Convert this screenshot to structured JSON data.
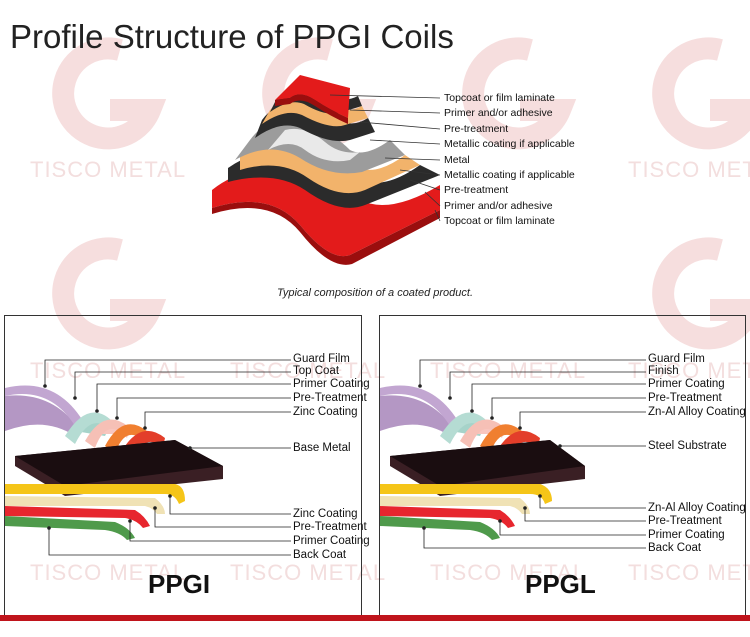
{
  "page": {
    "title": "Profile Structure of PPGI Coils",
    "watermark": "TISCO METAL",
    "accent_color": "#e31b1b"
  },
  "top_diagram": {
    "labels": [
      "Topcoat or film laminate",
      "Primer and/or adhesive",
      "Pre-treatment",
      "Metallic coating if applicable",
      "Metal",
      "Metallic coating if applicable",
      "Pre-treatment",
      "Primer and/or adhesive",
      "Topcoat or film laminate"
    ],
    "caption": "Typical composition of a coated product."
  },
  "ppgi_panel": {
    "title": "PPGI",
    "upper_labels": [
      "Guard Film",
      "Top Coat",
      "Primer Coating",
      "Pre-Treatment",
      "Zinc Coating"
    ],
    "middle_label": "Base Metal",
    "lower_labels": [
      "Zinc Coating",
      "Pre-Treatment",
      "Primer Coating",
      "Back Coat"
    ]
  },
  "ppgl_panel": {
    "title": "PPGL",
    "upper_labels": [
      "Guard Film",
      "Finish",
      "Primer Coating",
      "Pre-Treatment",
      "Zn-Al Alloy Coating"
    ],
    "middle_label": "Steel Substrate",
    "lower_labels": [
      "Zn-Al Alloy Coating",
      "Pre-Treatment",
      "Primer Coating",
      "Back Coat"
    ]
  }
}
